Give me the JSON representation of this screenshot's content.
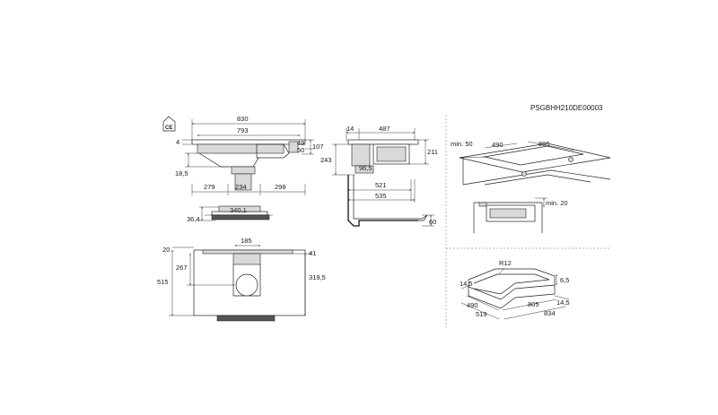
{
  "document_code": "PSGBHH210DE00003",
  "marks": {
    "ce_mark": "CE"
  },
  "top_view": {
    "width_total": "830",
    "width_inner": "793",
    "d_49": "49",
    "d_50": "50",
    "d_107": "107",
    "d_4": "4",
    "d_18_5": "18,5",
    "d_279": "279",
    "d_234": "234",
    "d_298": "298",
    "d_36_4": "36,4",
    "d_340_1": "340,1"
  },
  "side_view": {
    "d_14": "14",
    "d_487": "487",
    "d_243": "243",
    "d_211": "211",
    "d_96_5": "96,5",
    "d_521": "521",
    "d_535": "535",
    "d_60": "60"
  },
  "plan_view": {
    "d_185": "185",
    "d_20": "20",
    "d_41": "41",
    "d_267": "267",
    "d_515": "515",
    "d_319_5": "319,5"
  },
  "install_view": {
    "min_50": "min. 50",
    "d_490": "490",
    "d_805": "805",
    "min_20": "min. 20"
  },
  "cutout_view": {
    "r12": "R12",
    "d_6_5": "6,5",
    "d_14_5_left": "14,5",
    "d_490": "490",
    "d_805": "805",
    "d_519": "519",
    "d_14_5_right": "14,5",
    "d_834": "834"
  }
}
